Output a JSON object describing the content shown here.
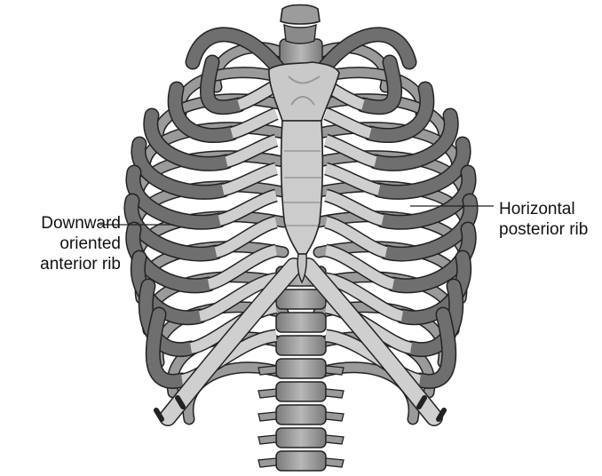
{
  "labels": {
    "left": [
      "Downward",
      "oriented",
      "anterior rib"
    ],
    "right": [
      "Horizontal",
      "posterior rib"
    ]
  },
  "colors": {
    "bone_dark": "#6f6f6f",
    "bone_mid": "#9a9a9a",
    "cartilage": "#cfcfcf",
    "outline": "#222222",
    "sternum": "#c9c9c9"
  }
}
